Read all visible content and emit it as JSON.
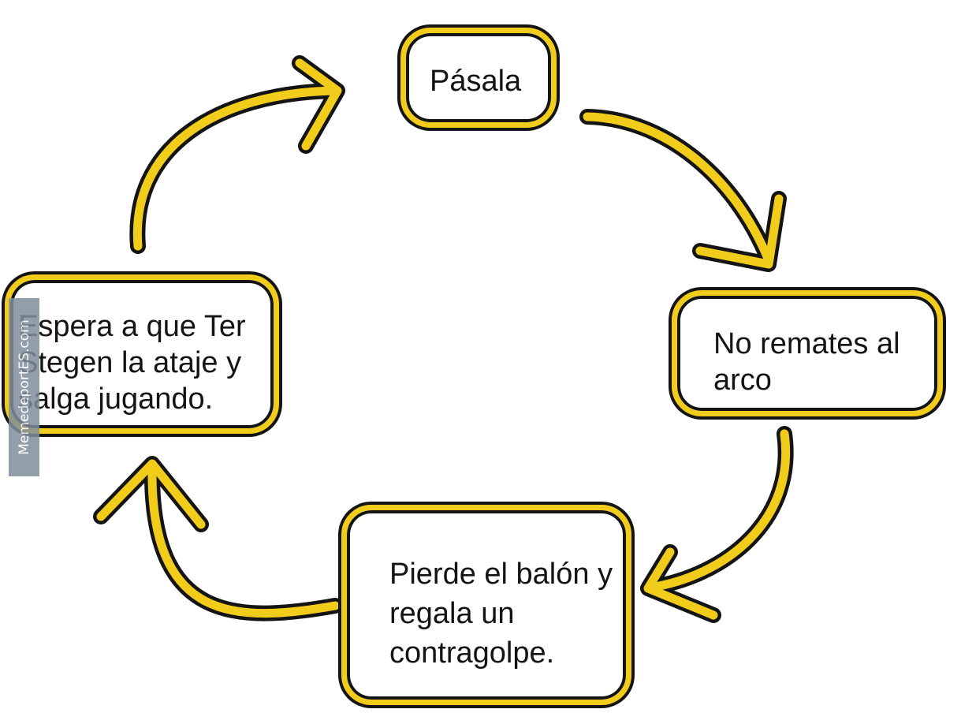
{
  "diagram": {
    "nodes": [
      {
        "id": "pasala",
        "label": "Pásala"
      },
      {
        "id": "remates",
        "label": "No remates al arco"
      },
      {
        "id": "pierde",
        "label": "Pierde el balón y regala un contragolpe."
      },
      {
        "id": "espera",
        "label": "Espera a que Ter Stegen la ataje y salga jugando."
      }
    ],
    "edges": [
      {
        "from": "pasala",
        "to": "remates"
      },
      {
        "from": "remates",
        "to": "pierde"
      },
      {
        "from": "pierde",
        "to": "espera"
      },
      {
        "from": "espera",
        "to": "pasala"
      }
    ]
  },
  "watermark": "MemedeportES.com",
  "colors": {
    "box_border": "#f2cc1b",
    "arrow": "#f2cc1b",
    "outline": "#141414",
    "background": "#ffffff"
  }
}
